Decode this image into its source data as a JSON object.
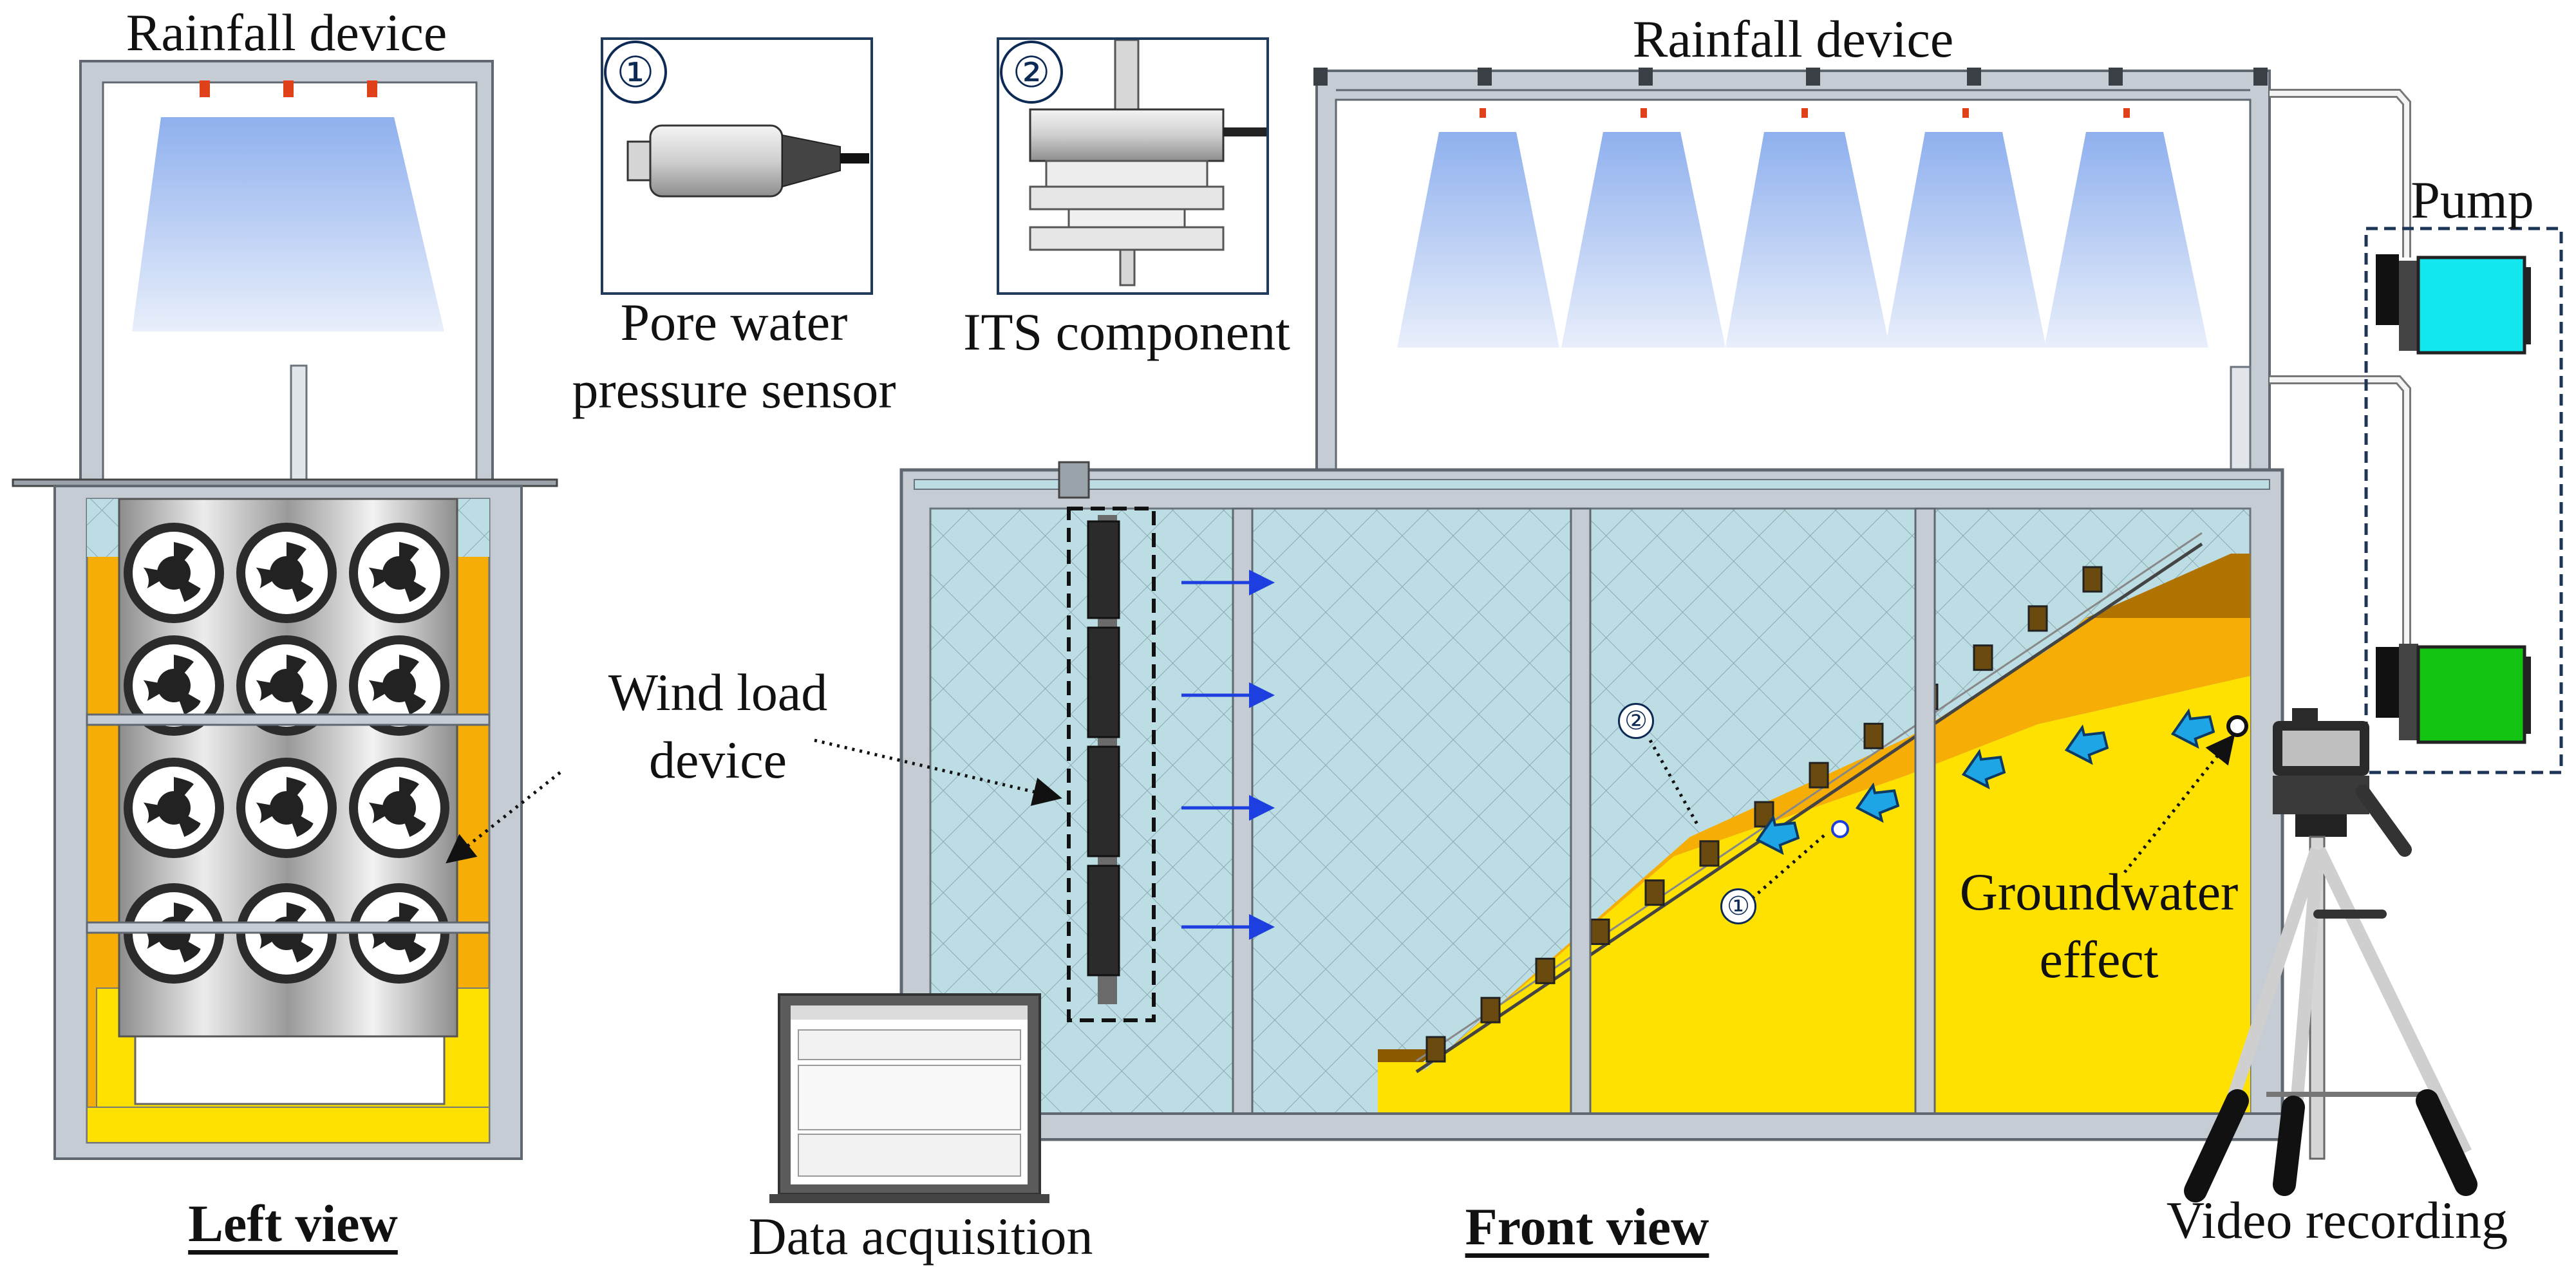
{
  "labels": {
    "left_rainfall": "Rainfall device",
    "front_rainfall": "Rainfall device",
    "sensor_l1": "Pore water",
    "sensor_l2": "pressure sensor",
    "its": "ITS component",
    "pump": "Pump",
    "wind_l1": "Wind load",
    "wind_l2": "device",
    "groundwater_l1": "Groundwater",
    "groundwater_l2": "effect",
    "left_view": "Left view",
    "front_view": "Front view",
    "data_acq": "Data acquisition",
    "video": "Video recording"
  },
  "markers": {
    "one": "①",
    "two": "②"
  },
  "colors": {
    "frame": "#c5ccd3",
    "frame_edge": "#5f6770",
    "glass": "#bcdde3",
    "soil_yellow": "#ffe100",
    "soil_orange": "#f6ae06",
    "soil_brown": "#b07300",
    "spray_top": "#8fb0ee",
    "spray_bottom": "#e9effb",
    "flow_arrow": "#1ea5e6",
    "wind_arrow": "#1d3fe0",
    "pump_cyan": "#12e6ef",
    "pump_green": "#13c413",
    "annotation": "#0d2a55"
  },
  "icons": {
    "pore_water_sensor": "pressure-sensor-icon",
    "its_component": "its-component-icon",
    "fan": "fan-icon",
    "camera": "camera-icon",
    "laptop": "laptop-icon"
  }
}
